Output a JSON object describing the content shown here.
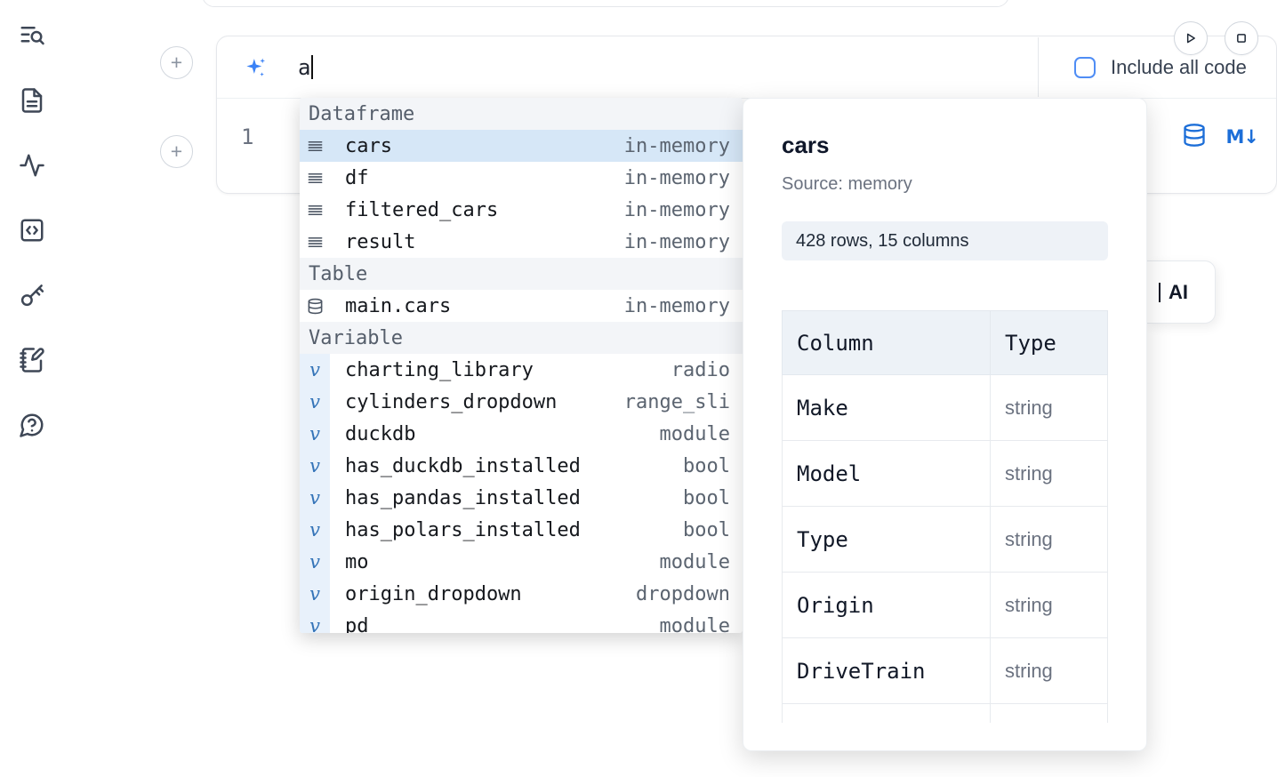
{
  "sidebar": {
    "items": [
      {
        "name": "toc-search-icon"
      },
      {
        "name": "file-icon"
      },
      {
        "name": "activity-icon"
      },
      {
        "name": "code-snippets-icon"
      },
      {
        "name": "key-icon"
      },
      {
        "name": "scratchpad-icon"
      },
      {
        "name": "help-icon"
      }
    ]
  },
  "prompt": {
    "typed_text": "a",
    "include_all_code_label": "Include all code"
  },
  "editor": {
    "line_number": "1"
  },
  "controls": {
    "run_button": "run",
    "stop_button": "stop"
  },
  "ai_button_fragment": "AI",
  "autocomplete": {
    "sections": [
      {
        "label": "Dataframe",
        "items": [
          {
            "icon": "dataframe",
            "name": "cars",
            "type": "in-memory",
            "selected": true
          },
          {
            "icon": "dataframe",
            "name": "df",
            "type": "in-memory",
            "selected": false
          },
          {
            "icon": "dataframe",
            "name": "filtered_cars",
            "type": "in-memory",
            "selected": false
          },
          {
            "icon": "dataframe",
            "name": "result",
            "type": "in-memory",
            "selected": false
          }
        ]
      },
      {
        "label": "Table",
        "items": [
          {
            "icon": "database",
            "name": "main.cars",
            "type": "in-memory",
            "selected": false
          }
        ]
      },
      {
        "label": "Variable",
        "items": [
          {
            "icon": "variable",
            "name": "charting_library",
            "type": "radio",
            "selected": false
          },
          {
            "icon": "variable",
            "name": "cylinders_dropdown",
            "type": "range_sli",
            "selected": false
          },
          {
            "icon": "variable",
            "name": "duckdb",
            "type": "module",
            "selected": false
          },
          {
            "icon": "variable",
            "name": "has_duckdb_installed",
            "type": "bool",
            "selected": false
          },
          {
            "icon": "variable",
            "name": "has_pandas_installed",
            "type": "bool",
            "selected": false
          },
          {
            "icon": "variable",
            "name": "has_polars_installed",
            "type": "bool",
            "selected": false
          },
          {
            "icon": "variable",
            "name": "mo",
            "type": "module",
            "selected": false
          },
          {
            "icon": "variable",
            "name": "origin_dropdown",
            "type": "dropdown",
            "selected": false
          },
          {
            "icon": "variable",
            "name": "pd",
            "type": "module",
            "selected": false
          }
        ]
      }
    ]
  },
  "preview": {
    "title": "cars",
    "source": "Source: memory",
    "shape_badge": "428 rows, 15 columns",
    "table": {
      "headers": [
        "Column",
        "Type"
      ],
      "rows": [
        [
          "Make",
          "string"
        ],
        [
          "Model",
          "string"
        ],
        [
          "Type",
          "string"
        ],
        [
          "Origin",
          "string"
        ],
        [
          "DriveTrain",
          "string"
        ],
        [
          "",
          ""
        ]
      ]
    },
    "colors": {
      "accent_blue": "#3b82f6",
      "selection_blue": "#d6e7f7",
      "badge_bg": "#eef2f7"
    }
  }
}
